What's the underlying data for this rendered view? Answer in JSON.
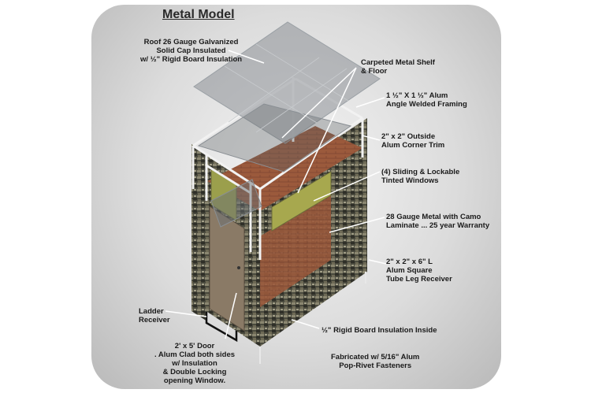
{
  "title": "Metal Model",
  "labels": {
    "roof": [
      "Roof 26 Gauge Galvanized",
      "Solid Cap Insulated",
      "w/ ½\" Rigid Board Insulation"
    ],
    "shelf": [
      "Carpeted Metal Shelf",
      "& Floor"
    ],
    "framing": [
      "1 ½\" X 1 ½\" Alum",
      "Angle Welded Framing"
    ],
    "corner_trim": [
      "2\" x 2\" Outside",
      "Alum Corner Trim"
    ],
    "windows": [
      "(4) Sliding & Lockable",
      "Tinted Windows"
    ],
    "metal": [
      "28 Gauge Metal with Camo",
      "Laminate ... 25 year Warranty"
    ],
    "leg_receiver": [
      "2\" x 2\" x 6\" L",
      "Alum Square",
      "Tube Leg Receiver"
    ],
    "ladder": [
      "Ladder",
      "Receiver"
    ],
    "insulation": [
      "½\" Rigid Board Insulation Inside"
    ],
    "door": [
      "2' x 5'  Door",
      ". Alum Clad both sides",
      "w/ Insulation",
      "& Double Locking",
      "opening Window."
    ],
    "fasteners": [
      "Fabricated w/ 5/16\" Alum",
      "Pop-Rivet Fasteners"
    ]
  }
}
